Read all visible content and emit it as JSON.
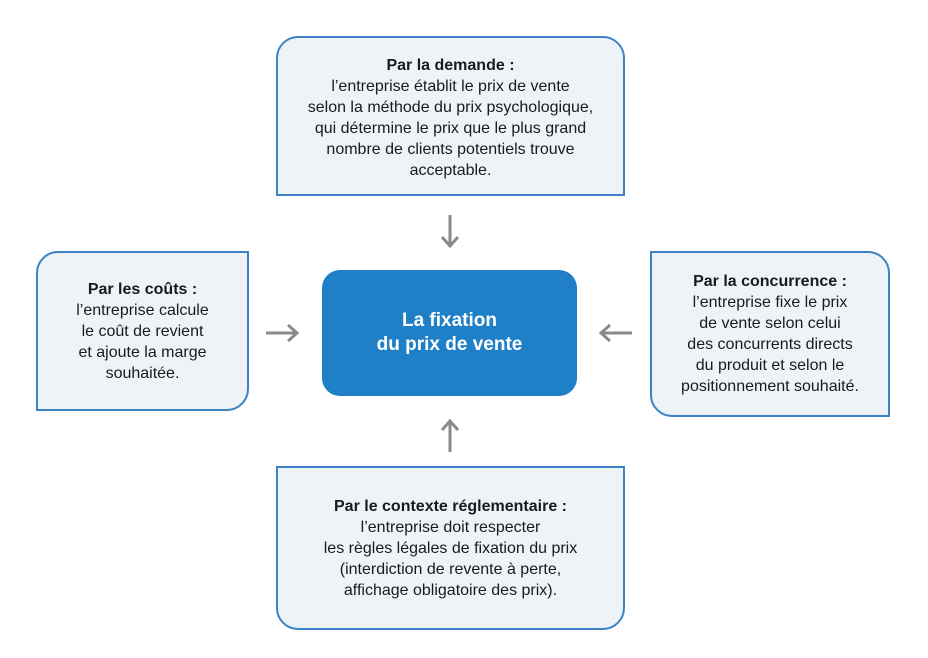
{
  "center": {
    "label": "La fixation\ndu prix de vente"
  },
  "top": {
    "title": "Par la demande :",
    "body": "l’entreprise établit le prix de vente\nselon la méthode du prix psychologique,\nqui détermine le prix que le plus grand\nnombre de clients potentiels trouve\nacceptable."
  },
  "left": {
    "title": "Par les coûts :",
    "body": "l’entreprise calcule\nle coût de revient\net ajoute la marge\nsouhaitée."
  },
  "right": {
    "title": "Par la concurrence :",
    "body": "l’entreprise fixe le prix\nde vente selon celui\ndes concurrents directs\ndu produit et selon le\npositionnement souhaité."
  },
  "bottom": {
    "title": "Par le contexte réglementaire :",
    "body": "l’entreprise doit respecter\nles règles légales de fixation du prix\n(interdiction de revente à perte,\naffichage obligatoire des prix)."
  },
  "colors": {
    "accent": "#1f80c8",
    "box_border": "#3b83c4",
    "box_fill": "#eef3f8",
    "arrow": "#8a8a8a"
  }
}
